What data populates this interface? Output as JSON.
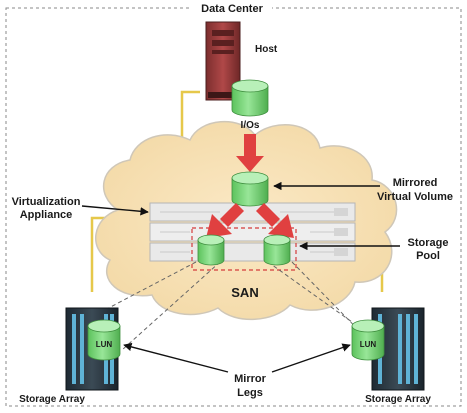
{
  "title": "Data Center",
  "labels": {
    "host": "Host",
    "ios": "I/Os",
    "mirrored_line1": "Mirrored",
    "mirrored_line2": "Virtual Volume",
    "virt_line1": "Virtualization",
    "virt_line2": "Appliance",
    "storage_pool_line1": "Storage",
    "storage_pool_line2": "Pool",
    "san": "SAN",
    "lun_left": "LUN",
    "lun_right": "LUN",
    "mirror_line1": "Mirror",
    "mirror_line2": "Legs",
    "storage_array_left": "Storage Array",
    "storage_array_right": "Storage Array"
  },
  "colors": {
    "cloud_fill": "#f7e2b8",
    "cloud_stroke": "#cfc7b8",
    "cable": "#e6c84a",
    "cylinder_body": "#79d879",
    "cylinder_top": "#b8f0b8",
    "arrow_red": "#e04040",
    "pool_dash": "#d43c3c",
    "host_red": "#9e3b3b"
  }
}
